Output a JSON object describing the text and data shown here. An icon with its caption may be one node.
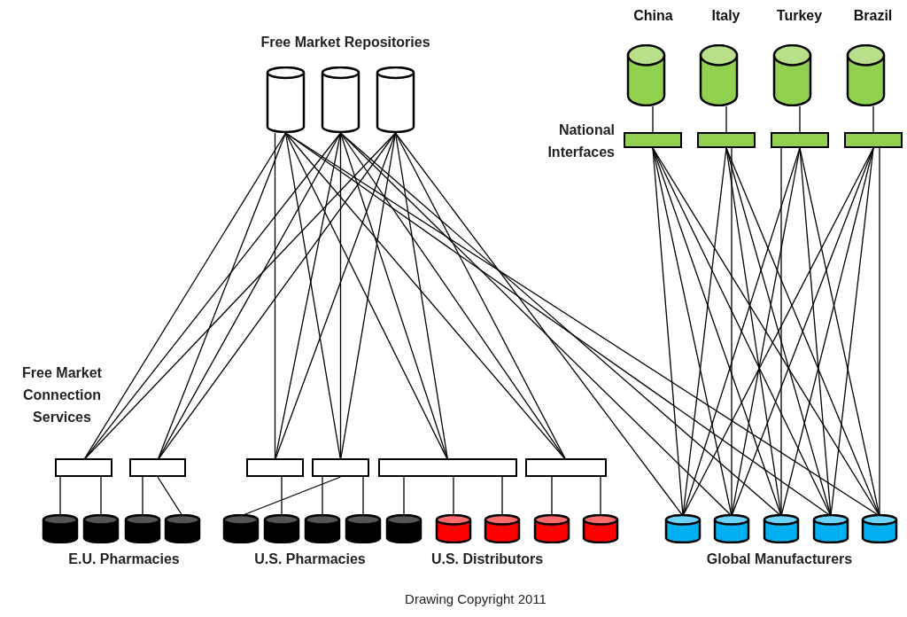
{
  "diagram": {
    "nodes": [
      {
        "text": [],
        "shape": "cylinder"
      },
      {
        "text": [],
        "shape": "cylinder"
      },
      {
        "text": [],
        "shape": "cylinder"
      },
      {
        "text": [
          "China"
        ]
      },
      {
        "text": [
          "Italy"
        ]
      },
      {
        "text": [
          "Turkey"
        ]
      },
      {
        "text": [
          "Brazil"
        ]
      },
      {
        "text": [],
        "shape": "bar"
      },
      {
        "text": [],
        "shape": "bar"
      },
      {
        "text": [],
        "shape": "bar"
      },
      {
        "text": [],
        "shape": "bar"
      },
      {
        "text": [],
        "shape": "bar"
      },
      {
        "text": [],
        "shape": "bar"
      },
      {
        "text": [],
        "shape": "bar"
      },
      {
        "text": [],
        "shape": "bar"
      },
      {
        "text": [],
        "shape": "bar"
      },
      {
        "text": [],
        "shape": "bar"
      },
      {
        "text": [],
        "shape": "cylinder"
      },
      {
        "text": [],
        "shape": "cylinder"
      },
      {
        "text": [],
        "shape": "cylinder"
      },
      {
        "text": [],
        "shape": "cylinder"
      },
      {
        "text": [],
        "shape": "cylinder"
      },
      {
        "text": [],
        "shape": "cylinder"
      },
      {
        "text": [],
        "shape": "cylinder"
      },
      {
        "text": [],
        "shape": "cylinder"
      },
      {
        "text": [],
        "shape": "cylinder"
      },
      {
        "text": [],
        "shape": "cylinder"
      },
      {
        "text": [],
        "shape": "cylinder"
      },
      {
        "text": [],
        "shape": "cylinder"
      },
      {
        "text": [],
        "shape": "cylinder"
      },
      {
        "text": [],
        "shape": "cylinder"
      },
      {
        "text": [],
        "shape": "cylinder"
      },
      {
        "text": [],
        "shape": "cylinder"
      },
      {
        "text": [],
        "shape": "cylinder"
      },
      {
        "text": [],
        "shape": "cylinder"
      }
    ],
    "edges": [
      {
        "from": 0,
        "to": 11,
        "arrow": "none"
      },
      {
        "from": 0,
        "to": 12,
        "arrow": "none"
      },
      {
        "from": 0,
        "to": 13,
        "arrow": "none"
      },
      {
        "from": 0,
        "to": 14,
        "arrow": "none"
      },
      {
        "from": 0,
        "to": 15,
        "arrow": "none"
      },
      {
        "from": 0,
        "to": 16,
        "arrow": "none"
      },
      {
        "from": 1,
        "to": 11,
        "arrow": "none"
      },
      {
        "from": 1,
        "to": 12,
        "arrow": "none"
      },
      {
        "from": 1,
        "to": 13,
        "arrow": "none"
      },
      {
        "from": 1,
        "to": 14,
        "arrow": "none"
      },
      {
        "from": 1,
        "to": 15,
        "arrow": "none"
      },
      {
        "from": 1,
        "to": 16,
        "arrow": "none"
      },
      {
        "from": 2,
        "to": 11,
        "arrow": "none"
      },
      {
        "from": 2,
        "to": 12,
        "arrow": "none"
      },
      {
        "from": 2,
        "to": 13,
        "arrow": "none"
      },
      {
        "from": 2,
        "to": 14,
        "arrow": "none"
      },
      {
        "from": 2,
        "to": 15,
        "arrow": "none"
      },
      {
        "from": 2,
        "to": 16,
        "arrow": "none"
      },
      {
        "from": 0,
        "to": 33,
        "arrow": "none"
      },
      {
        "from": 0,
        "to": 34,
        "arrow": "none"
      },
      {
        "from": 1,
        "to": 31,
        "arrow": "none"
      },
      {
        "from": 1,
        "to": 32,
        "arrow": "none"
      },
      {
        "from": 2,
        "to": 30,
        "arrow": "none"
      },
      {
        "from": 3,
        "to": 7,
        "arrow": "none"
      },
      {
        "from": 4,
        "to": 8,
        "arrow": "none"
      },
      {
        "from": 5,
        "to": 9,
        "arrow": "none"
      },
      {
        "from": 6,
        "to": 10,
        "arrow": "none"
      },
      {
        "from": 7,
        "to": 30,
        "arrow": "none"
      },
      {
        "from": 7,
        "to": 31,
        "arrow": "none"
      },
      {
        "from": 7,
        "to": 32,
        "arrow": "none"
      },
      {
        "from": 7,
        "to": 33,
        "arrow": "none"
      },
      {
        "from": 7,
        "to": 34,
        "arrow": "none"
      },
      {
        "from": 8,
        "to": 30,
        "arrow": "none"
      },
      {
        "from": 8,
        "to": 31,
        "arrow": "none"
      },
      {
        "from": 8,
        "to": 32,
        "arrow": "none"
      },
      {
        "from": 8,
        "to": 33,
        "arrow": "none"
      },
      {
        "from": 8,
        "to": 34,
        "arrow": "none"
      },
      {
        "from": 9,
        "to": 30,
        "arrow": "none"
      },
      {
        "from": 9,
        "to": 31,
        "arrow": "none"
      },
      {
        "from": 9,
        "to": 32,
        "arrow": "none"
      },
      {
        "from": 9,
        "to": 33,
        "arrow": "none"
      },
      {
        "from": 9,
        "to": 34,
        "arrow": "none"
      },
      {
        "from": 10,
        "to": 30,
        "arrow": "none"
      },
      {
        "from": 10,
        "to": 31,
        "arrow": "none"
      },
      {
        "from": 10,
        "to": 32,
        "arrow": "none"
      },
      {
        "from": 10,
        "to": 33,
        "arrow": "none"
      },
      {
        "from": 10,
        "to": 34,
        "arrow": "none"
      },
      {
        "from": 11,
        "to": 17,
        "arrow": "none"
      },
      {
        "from": 11,
        "to": 18,
        "arrow": "none"
      },
      {
        "from": 12,
        "to": 19,
        "arrow": "none"
      },
      {
        "from": 12,
        "to": 20,
        "arrow": "none"
      },
      {
        "from": 13,
        "to": 22,
        "arrow": "none"
      },
      {
        "from": 14,
        "to": 21,
        "arrow": "none"
      },
      {
        "from": 14,
        "to": 23,
        "arrow": "none"
      },
      {
        "from": 14,
        "to": 24,
        "arrow": "none"
      },
      {
        "from": 15,
        "to": 25,
        "arrow": "none"
      },
      {
        "from": 15,
        "to": 26,
        "arrow": "none"
      },
      {
        "from": 15,
        "to": 27,
        "arrow": "none"
      },
      {
        "from": 16,
        "to": 28,
        "arrow": "none"
      },
      {
        "from": 16,
        "to": 29,
        "arrow": "none"
      }
    ],
    "labels": [
      "Free Market Repositories",
      "National Interfaces",
      "Free Market Connection Services",
      "E.U. Pharmacies",
      "U.S. Pharmacies",
      "U.S. Distributors",
      "Global Manufacturers",
      "Drawing Copyright 2011"
    ]
  }
}
